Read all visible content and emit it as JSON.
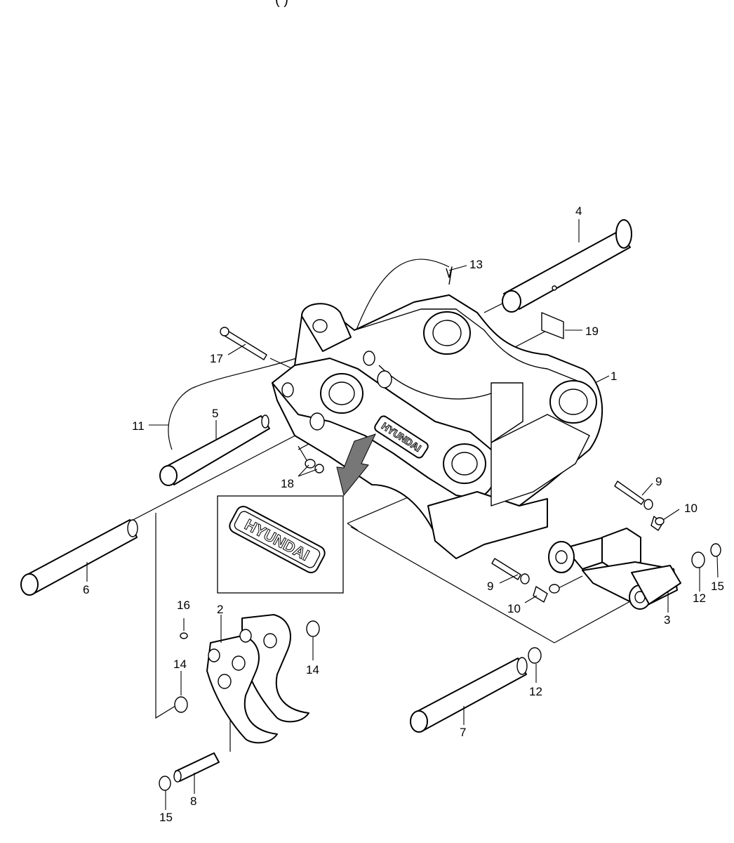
{
  "diagram": {
    "header_fragment": "(                                                                                    )",
    "inset_logo_text": "HYUNDAI",
    "body_logo_text": "HYUNDAI",
    "callouts": {
      "c1": "1",
      "c2": "2",
      "c3": "3",
      "c4": "4",
      "c5": "5",
      "c6": "6",
      "c7": "7",
      "c8": "8",
      "c9a": "9",
      "c9b": "9",
      "c10a": "10",
      "c10b": "10",
      "c11": "11",
      "c12a": "12",
      "c12b": "12",
      "c13": "13",
      "c14a": "14",
      "c14b": "14",
      "c15a": "15",
      "c15b": "15",
      "c16": "16",
      "c17": "17",
      "c18": "18",
      "c19": "19"
    }
  }
}
